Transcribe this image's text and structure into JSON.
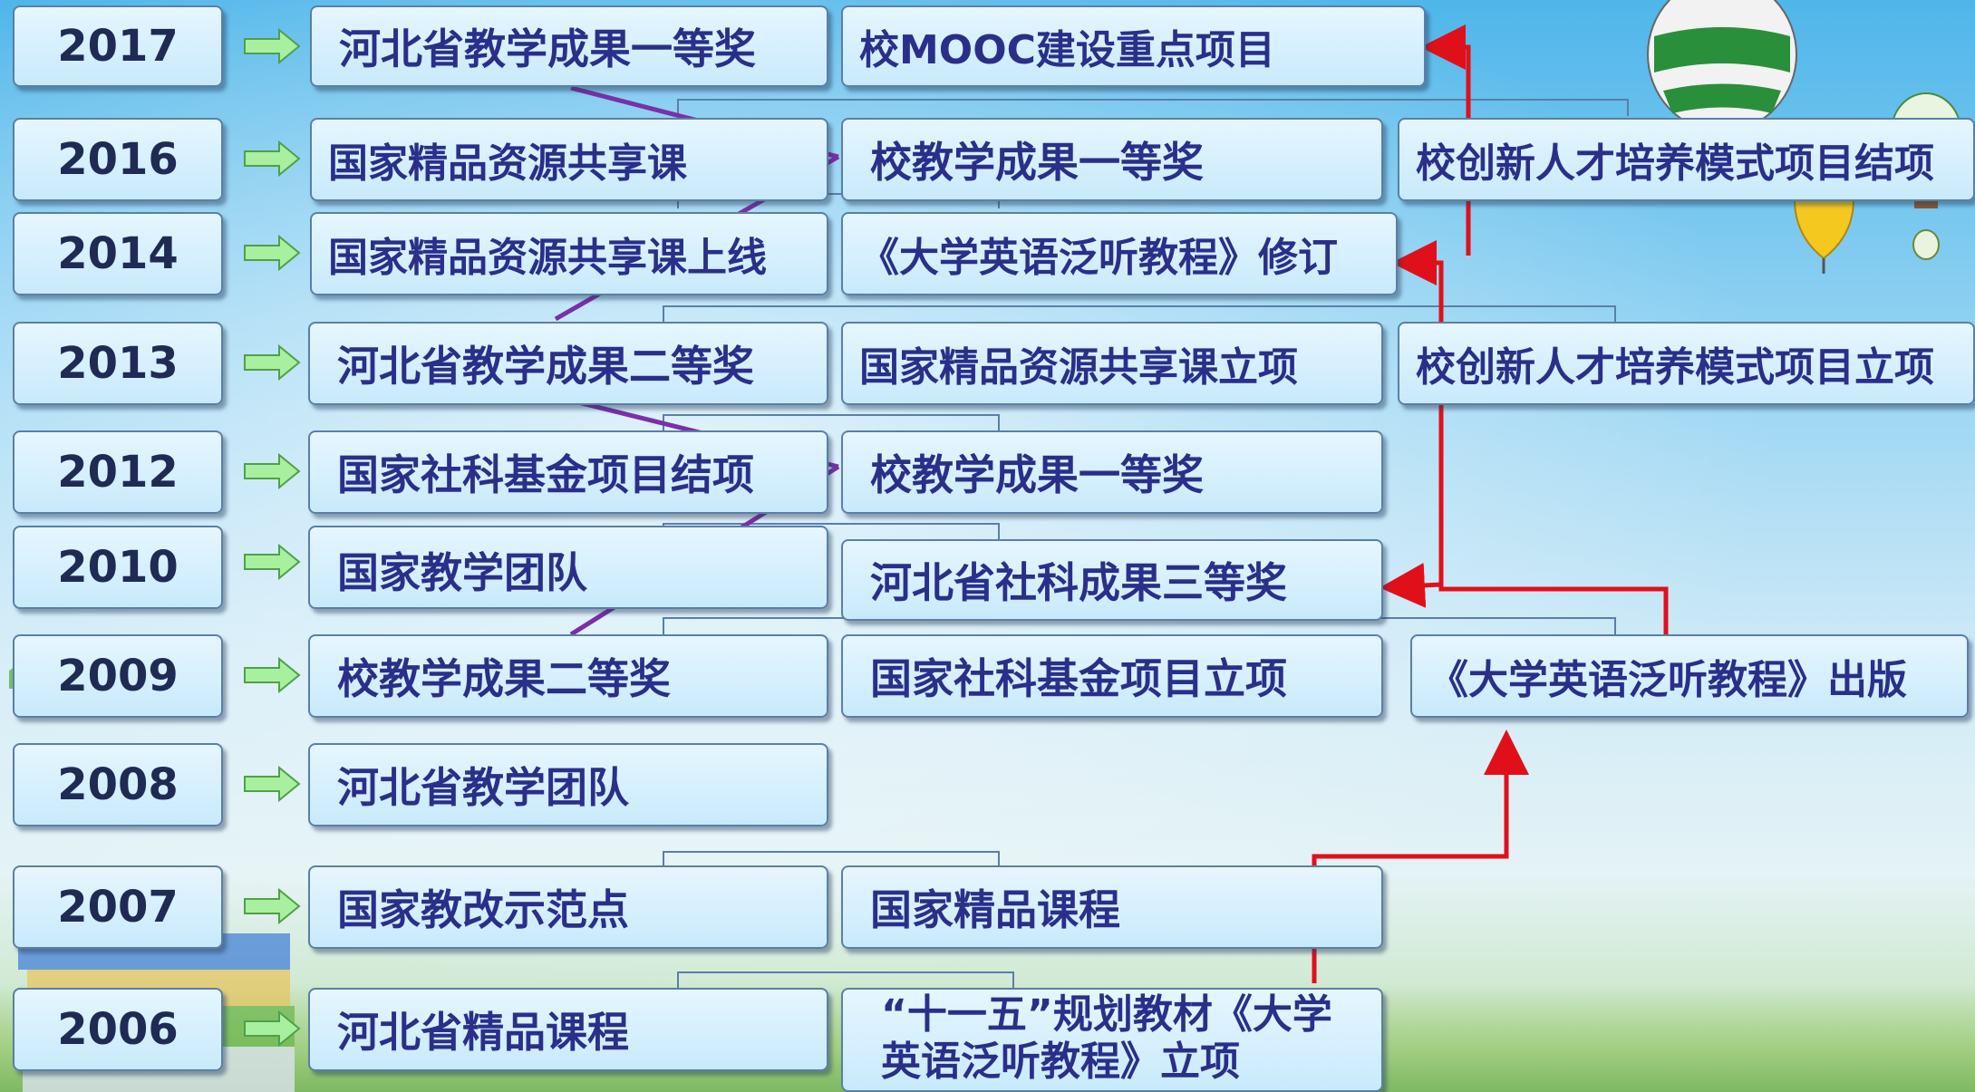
{
  "timeline": [
    {
      "year": "2017",
      "items": [
        "河北省教学成果一等奖",
        "校MOOC建设重点项目"
      ]
    },
    {
      "year": "2016",
      "items": [
        "国家精品资源共享课",
        "校教学成果一等奖",
        "校创新人才培养模式项目结项"
      ]
    },
    {
      "year": "2014",
      "items": [
        "国家精品资源共享课上线",
        "《大学英语泛听教程》修订"
      ]
    },
    {
      "year": "2013",
      "items": [
        "河北省教学成果二等奖",
        "国家精品资源共享课立项",
        "校创新人才培养模式项目立项"
      ]
    },
    {
      "year": "2012",
      "items": [
        "国家社科基金项目结项",
        "校教学成果一等奖"
      ]
    },
    {
      "year": "2010",
      "items": [
        "国家教学团队",
        "河北省社科成果三等奖"
      ]
    },
    {
      "year": "2009",
      "items": [
        "校教学成果二等奖",
        "国家社科基金项目立项",
        "《大学英语泛听教程》出版"
      ]
    },
    {
      "year": "2008",
      "items": [
        "河北省教学团队"
      ]
    },
    {
      "year": "2007",
      "items": [
        "国家教改示范点",
        "国家精品课程"
      ]
    },
    {
      "year": "2006",
      "items": [
        "河北省精品课程",
        "“十一五”规划教材《大学",
        "英语泛听教程》立项"
      ]
    }
  ],
  "colors": {
    "box_fill": "#d6f0fd",
    "box_border": "#5a7fa6",
    "text": "#2a2f8a",
    "arrow": "#a8f0a0",
    "purple_line": "#7b2fa8",
    "red_line": "#e0101a"
  },
  "icons": [
    "right-arrow-icon",
    "hot-air-balloon-icon",
    "book-stack-icon"
  ]
}
